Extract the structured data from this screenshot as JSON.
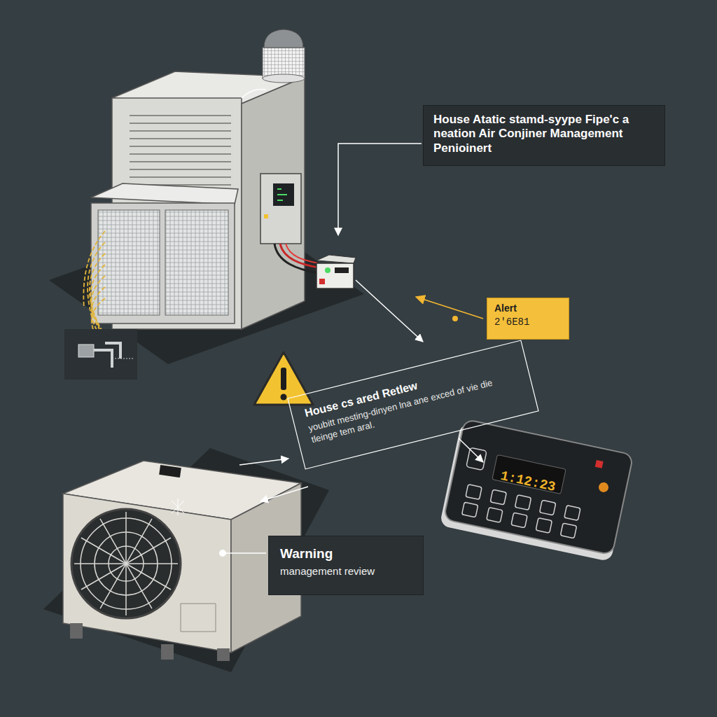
{
  "diagram": {
    "nodes": [
      {
        "text": [
          "House Atatic stamd-syype Fipe'c a neation Air Conjiner Management Penioinert"
        ]
      },
      {
        "text": [
          "Alert",
          "2'6E81"
        ]
      },
      {
        "text": [
          "House cs ared Retlew",
          "youbitt mesting-dinyen lna ane exced of vie die tleinge tem aral."
        ]
      },
      {
        "text": [
          "Warning",
          "management review"
        ]
      }
    ],
    "labels": [
      "1:12:23"
    ]
  }
}
